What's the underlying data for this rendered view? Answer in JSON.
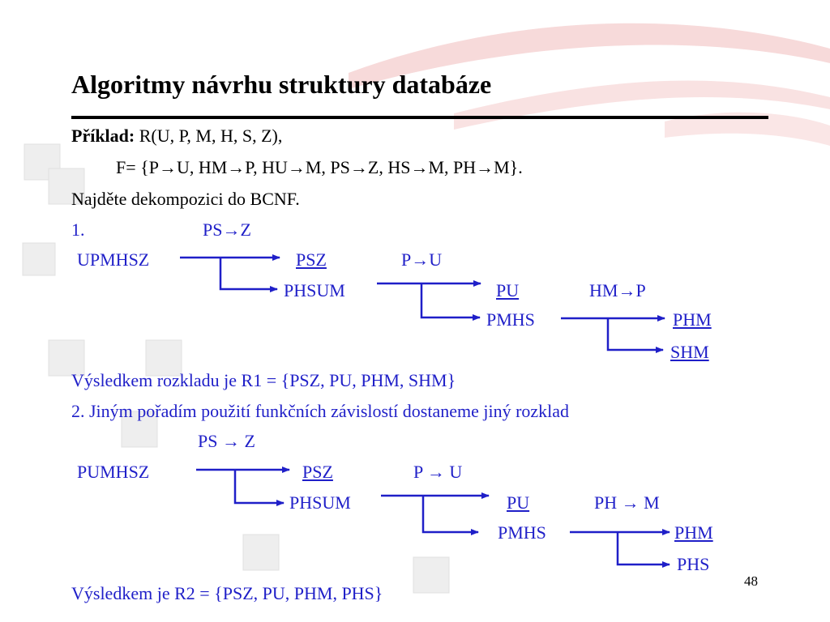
{
  "slide": {
    "title": "Algoritmy návrhu struktury databáze",
    "page_number": "48"
  },
  "intro": {
    "priklad_label": "Příklad:",
    "relation": "R(U, P, M, H, S, Z),",
    "fdeps": "F= {P→U, HM→P, HU→M, PS→Z, HS→M, PH→M}.",
    "task": "Najděte dekompozici do BCNF."
  },
  "part1": {
    "number": "1.",
    "fd_first": "PS→Z",
    "root": "UPMHSZ",
    "r_psz": "PSZ",
    "fd_second": "P→U",
    "r_phsum": "PHSUM",
    "r_pu": "PU",
    "fd_third": "HM→P",
    "r_pmhs": "PMHS",
    "r_phm": "PHM",
    "r_shm": "SHM",
    "result": "Výsledkem rozkladu je R1 = {PSZ, PU, PHM, SHM}"
  },
  "part2": {
    "heading": "2. Jiným pořadím použití funkčních závislostí dostaneme jiný rozklad",
    "fd_first": "PS → Z",
    "root": "PUMHSZ",
    "r_psz": "PSZ",
    "fd_second": "P → U",
    "r_phsum": "PHSUM",
    "r_pu": "PU",
    "fd_third": "PH → M",
    "r_pmhs": "PMHS",
    "r_phm": "PHM",
    "r_phs": "PHS",
    "result": "Výsledkem je R2 = {PSZ, PU, PHM, PHS}"
  },
  "colors": {
    "text_blue": "#1f1fc8",
    "text_black": "#000000",
    "bg_swoosh": "#f6d6d6",
    "bg_squares": "#e8e8e8"
  }
}
